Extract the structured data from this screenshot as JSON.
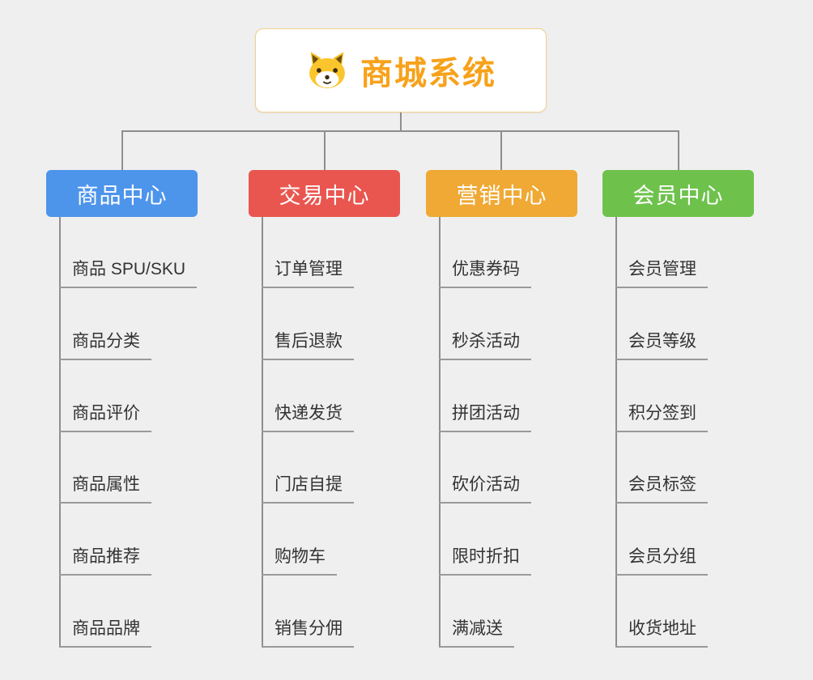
{
  "root": {
    "title": "商城系统",
    "title_color": "#f7a21b",
    "icon": "dog-face-icon"
  },
  "background_color": "#efefef",
  "connector_color": "#8e8e8e",
  "branches": [
    {
      "label": "商品中心",
      "color": "#4d94eb",
      "children": [
        "商品 SPU/SKU",
        "商品分类",
        "商品评价",
        "商品属性",
        "商品推荐",
        "商品品牌"
      ]
    },
    {
      "label": "交易中心",
      "color": "#e9564f",
      "children": [
        "订单管理",
        "售后退款",
        "快递发货",
        "门店自提",
        "购物车",
        "销售分佣"
      ]
    },
    {
      "label": "营销中心",
      "color": "#efa934",
      "children": [
        "优惠券码",
        "秒杀活动",
        "拼团活动",
        "砍价活动",
        "限时折扣",
        "满减送"
      ]
    },
    {
      "label": "会员中心",
      "color": "#6ec24c",
      "children": [
        "会员管理",
        "会员等级",
        "积分签到",
        "会员标签",
        "会员分组",
        "收货地址"
      ]
    }
  ]
}
